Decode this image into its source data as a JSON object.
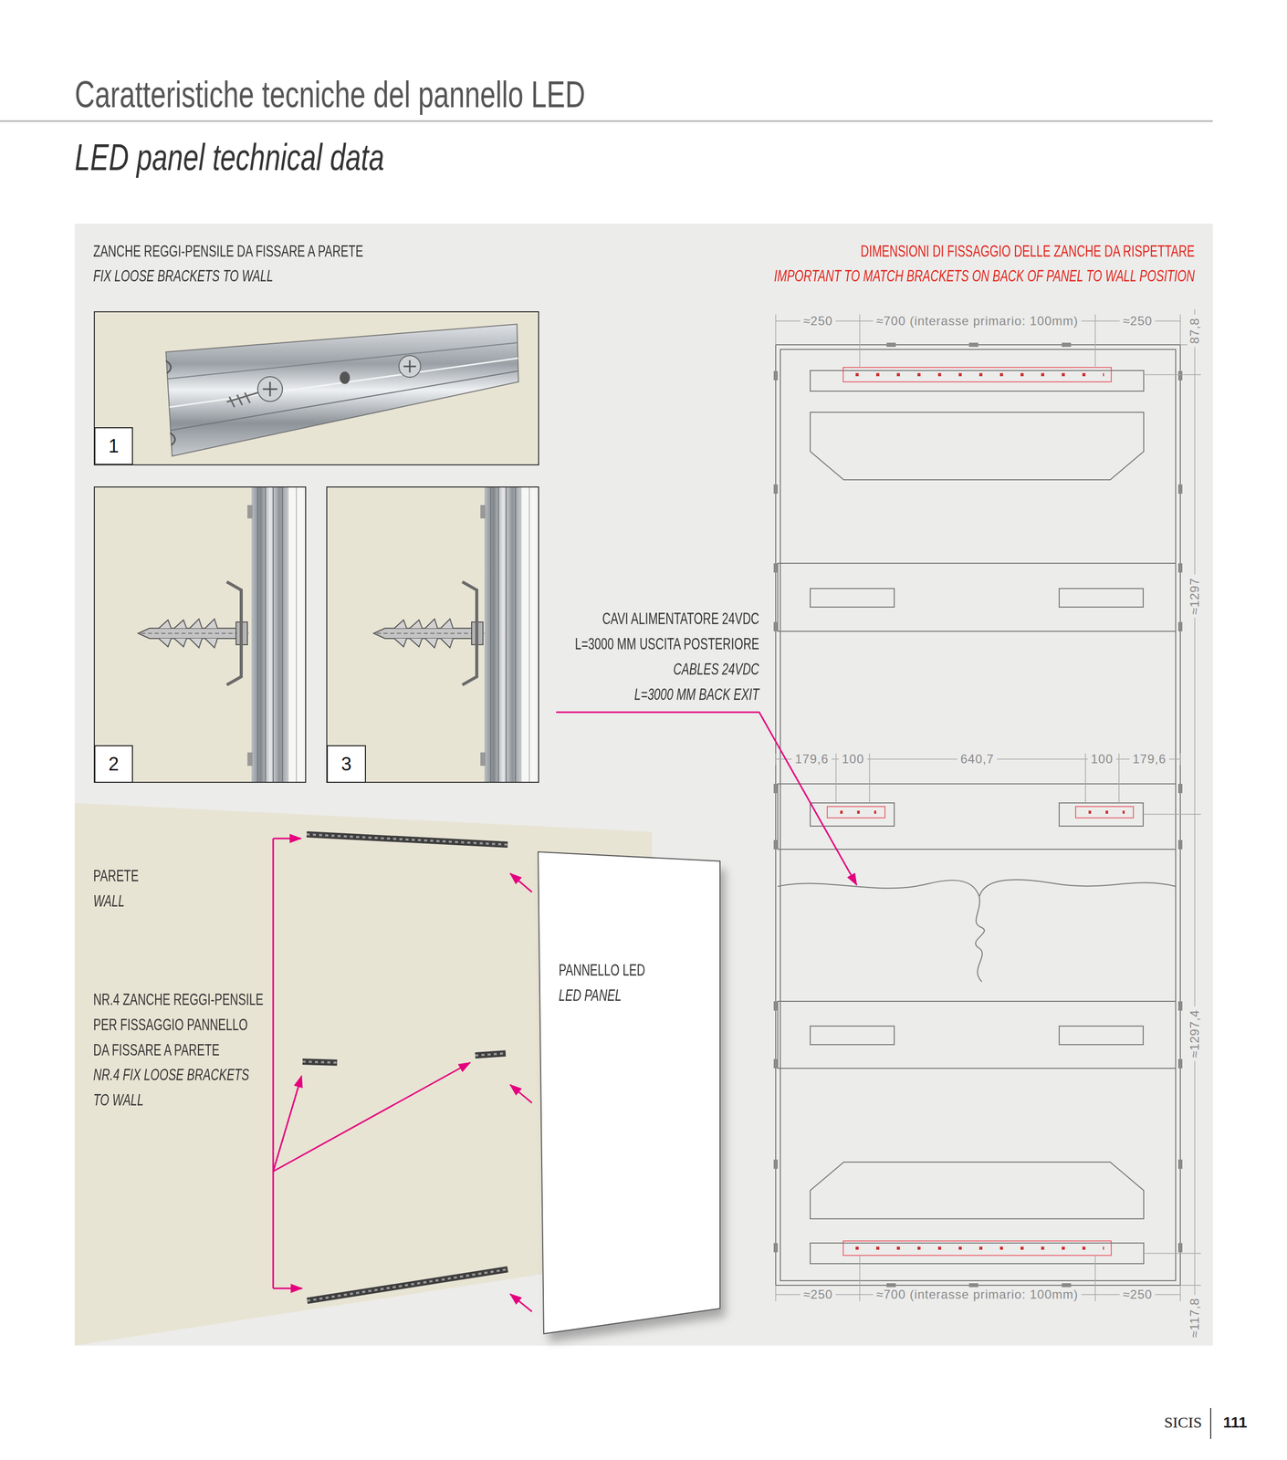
{
  "diagram": {
    "title": "Caratteristiche tecniche del pannello LED",
    "nodes": [
      {
        "text": [
          "1"
        ]
      },
      {
        "text": [
          "2"
        ]
      },
      {
        "text": [
          "3"
        ]
      },
      {
        "text": [
          "PANNELLO LED",
          "LED PANEL"
        ]
      }
    ],
    "labels": [
      "LED panel technical data",
      "ZANCHE REGGI-PENSILE DA FISSARE A PARETE",
      "FIX LOOSE BRACKETS TO WALL",
      "DIMENSIONI DI FISSAGGIO DELLE ZANCHE DA RISPETTARE",
      "IMPORTANT TO MATCH BRACKETS ON BACK OF PANEL TO WALL POSITION",
      "≈250",
      "≈700 (interasse primario: 100mm)",
      "≈250",
      "87,8",
      "≈1297",
      "CAVI ALIMENTATORE 24VDC L=3000 MM USCITA POSTERIORE",
      "CABLES 24VDC L=3000 MM BACK EXIT",
      "179,6",
      "100",
      "640,7",
      "100",
      "179,6",
      "≈1297,4",
      "≈250",
      "≈700 (interasse primario: 100mm)",
      "≈250",
      "≈117,8",
      "PARETE",
      "WALL",
      "NR.4 ZANCHE REGGI-PENSILE PER FISSAGGIO PANNELLO DA FISSARE A PARETE",
      "NR.4 FIX LOOSE BRACKETS TO WALL",
      "SICIS",
      "111"
    ]
  }
}
